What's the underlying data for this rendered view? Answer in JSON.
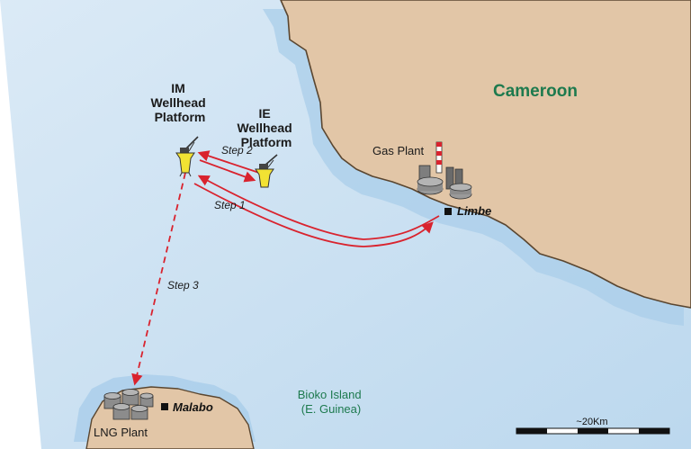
{
  "map": {
    "country_label": "Cameroon",
    "island_label_line1": "Bioko Island",
    "island_label_line2": "(E. Guinea)",
    "platform_im": [
      "IM",
      "Wellhead",
      "Platform"
    ],
    "platform_ie": [
      "IE",
      "Wellhead",
      "Platform"
    ],
    "gas_plant_label": "Gas Plant",
    "lng_plant_label": "LNG Plant",
    "city_limbe": "Limbe",
    "city_malabo": "Malabo",
    "step1": "Step 1",
    "step2": "Step 2",
    "step3": "Step 3",
    "scale_label": "~20Km"
  },
  "colors": {
    "sea": "#cfe3f3",
    "sea_deep": "#b9d6ee",
    "coast_halo": "#a9cdea",
    "land": "#e2c6a7",
    "land_edge": "#5a4630",
    "route": "#d9232e",
    "platform": "#f2e233",
    "country_text": "#1d7a4e",
    "island_text": "#1d7a4e"
  },
  "icons": {
    "platform": "wellhead-platform-icon",
    "plant": "industrial-plant-icon",
    "city": "city-square-icon"
  }
}
